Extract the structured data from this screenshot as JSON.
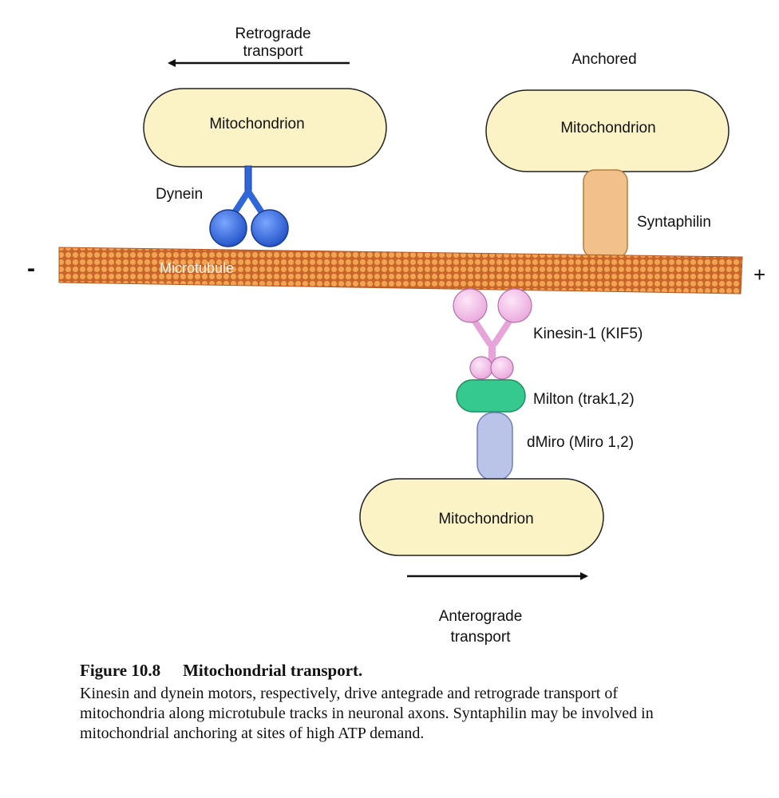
{
  "diagram": {
    "retrograde_line1": "Retrograde",
    "retrograde_line2": "transport",
    "anchored_label": "Anchored",
    "mito_left": "Mitochondrion",
    "mito_right": "Mitochondrion",
    "mito_bottom": "Mitochondrion",
    "dynein_label": "Dynein",
    "syntaphilin_label": "Syntaphilin",
    "microtubule_label": "Microtubule",
    "minus_sign": "-",
    "plus_sign": "+",
    "kinesin_label": "Kinesin-1 (KIF5)",
    "milton_label": "Milton (trak1,2)",
    "dmiro_label": "dMiro (Miro 1,2)",
    "anterograde_line1": "Anterograde",
    "anterograde_line2": "transport"
  },
  "caption": {
    "figure_number": "Figure 10.8",
    "figure_title": "Mitochondrial transport.",
    "text": "Kinesin and dynein motors, respectively, drive antegrade and retrograde transport of mitochondria along microtubule tracks in neuronal axons. Syntaphilin may be involved in mitochondrial anchoring at sites of high ATP demand."
  },
  "colors": {
    "mitochondrion_fill": "#fbf3c6",
    "microtubule": "#e3913a",
    "dynein": "#2f66d8",
    "syntaphilin": "#f2c08a",
    "kinesin": "#f3b9e6",
    "milton": "#35c98f",
    "dmiro": "#b9c4e8"
  }
}
